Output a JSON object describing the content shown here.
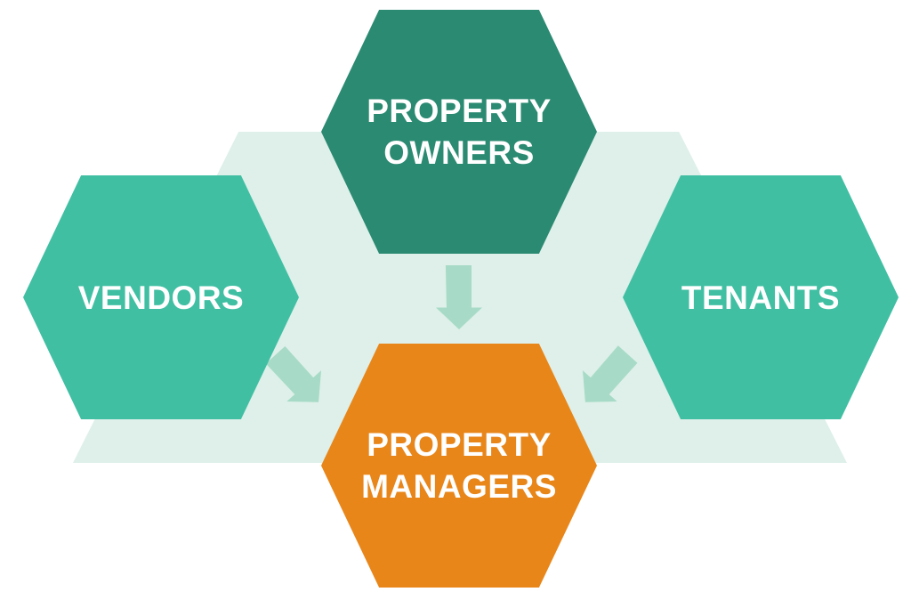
{
  "colors": {
    "background": "#ffffff",
    "band": "#def0e9",
    "arrow": "#a7dbc7",
    "dark_teal": "#2b8a72",
    "teal": "#40bfa3",
    "orange": "#e8861a",
    "label_text": "#ffffff"
  },
  "diagram": {
    "type": "hexagon-flow",
    "nodes": {
      "property_owners": {
        "line1": "PROPERTY",
        "line2": "OWNERS",
        "color": "#2b8a72"
      },
      "vendors": {
        "line1": "VENDORS",
        "color": "#40bfa3"
      },
      "tenants": {
        "line1": "TENANTS",
        "color": "#40bfa3"
      },
      "property_managers": {
        "line1": "PROPERTY",
        "line2": "MANAGERS",
        "color": "#e8861a"
      }
    },
    "arrows": {
      "color": "#a7dbc7",
      "relations": [
        "property_owners -> property_managers",
        "vendors -> property_managers",
        "tenants -> property_managers"
      ]
    }
  }
}
